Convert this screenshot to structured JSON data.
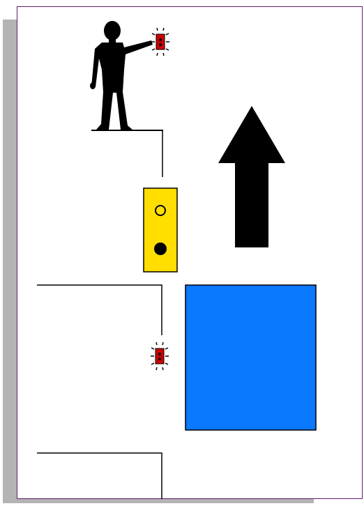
{
  "diagram": {
    "colors": {
      "frame_border": "#5b1f6a",
      "shadow": "#b4b4b4",
      "figure": "#000000",
      "wire": "#000000",
      "detector_body": "#ffde00",
      "led_indicator_top": "hollow",
      "led_indicator_bottom": "filled",
      "sensor_chip": "#cc0000",
      "arrow": "#000000",
      "object_block": "#0a78ff"
    },
    "elements": [
      {
        "name": "person-figure",
        "icon": "standing-person-pointing"
      },
      {
        "name": "handheld-sensor",
        "icon": "red-sensor-with-sparkle"
      },
      {
        "name": "yellow-detector-box",
        "icon": "two-led-detector"
      },
      {
        "name": "wall-sensor",
        "icon": "red-sensor-with-sparkle"
      },
      {
        "name": "up-arrow",
        "icon": "arrow-up"
      },
      {
        "name": "blue-square",
        "icon": "solid-blue-block"
      }
    ]
  }
}
